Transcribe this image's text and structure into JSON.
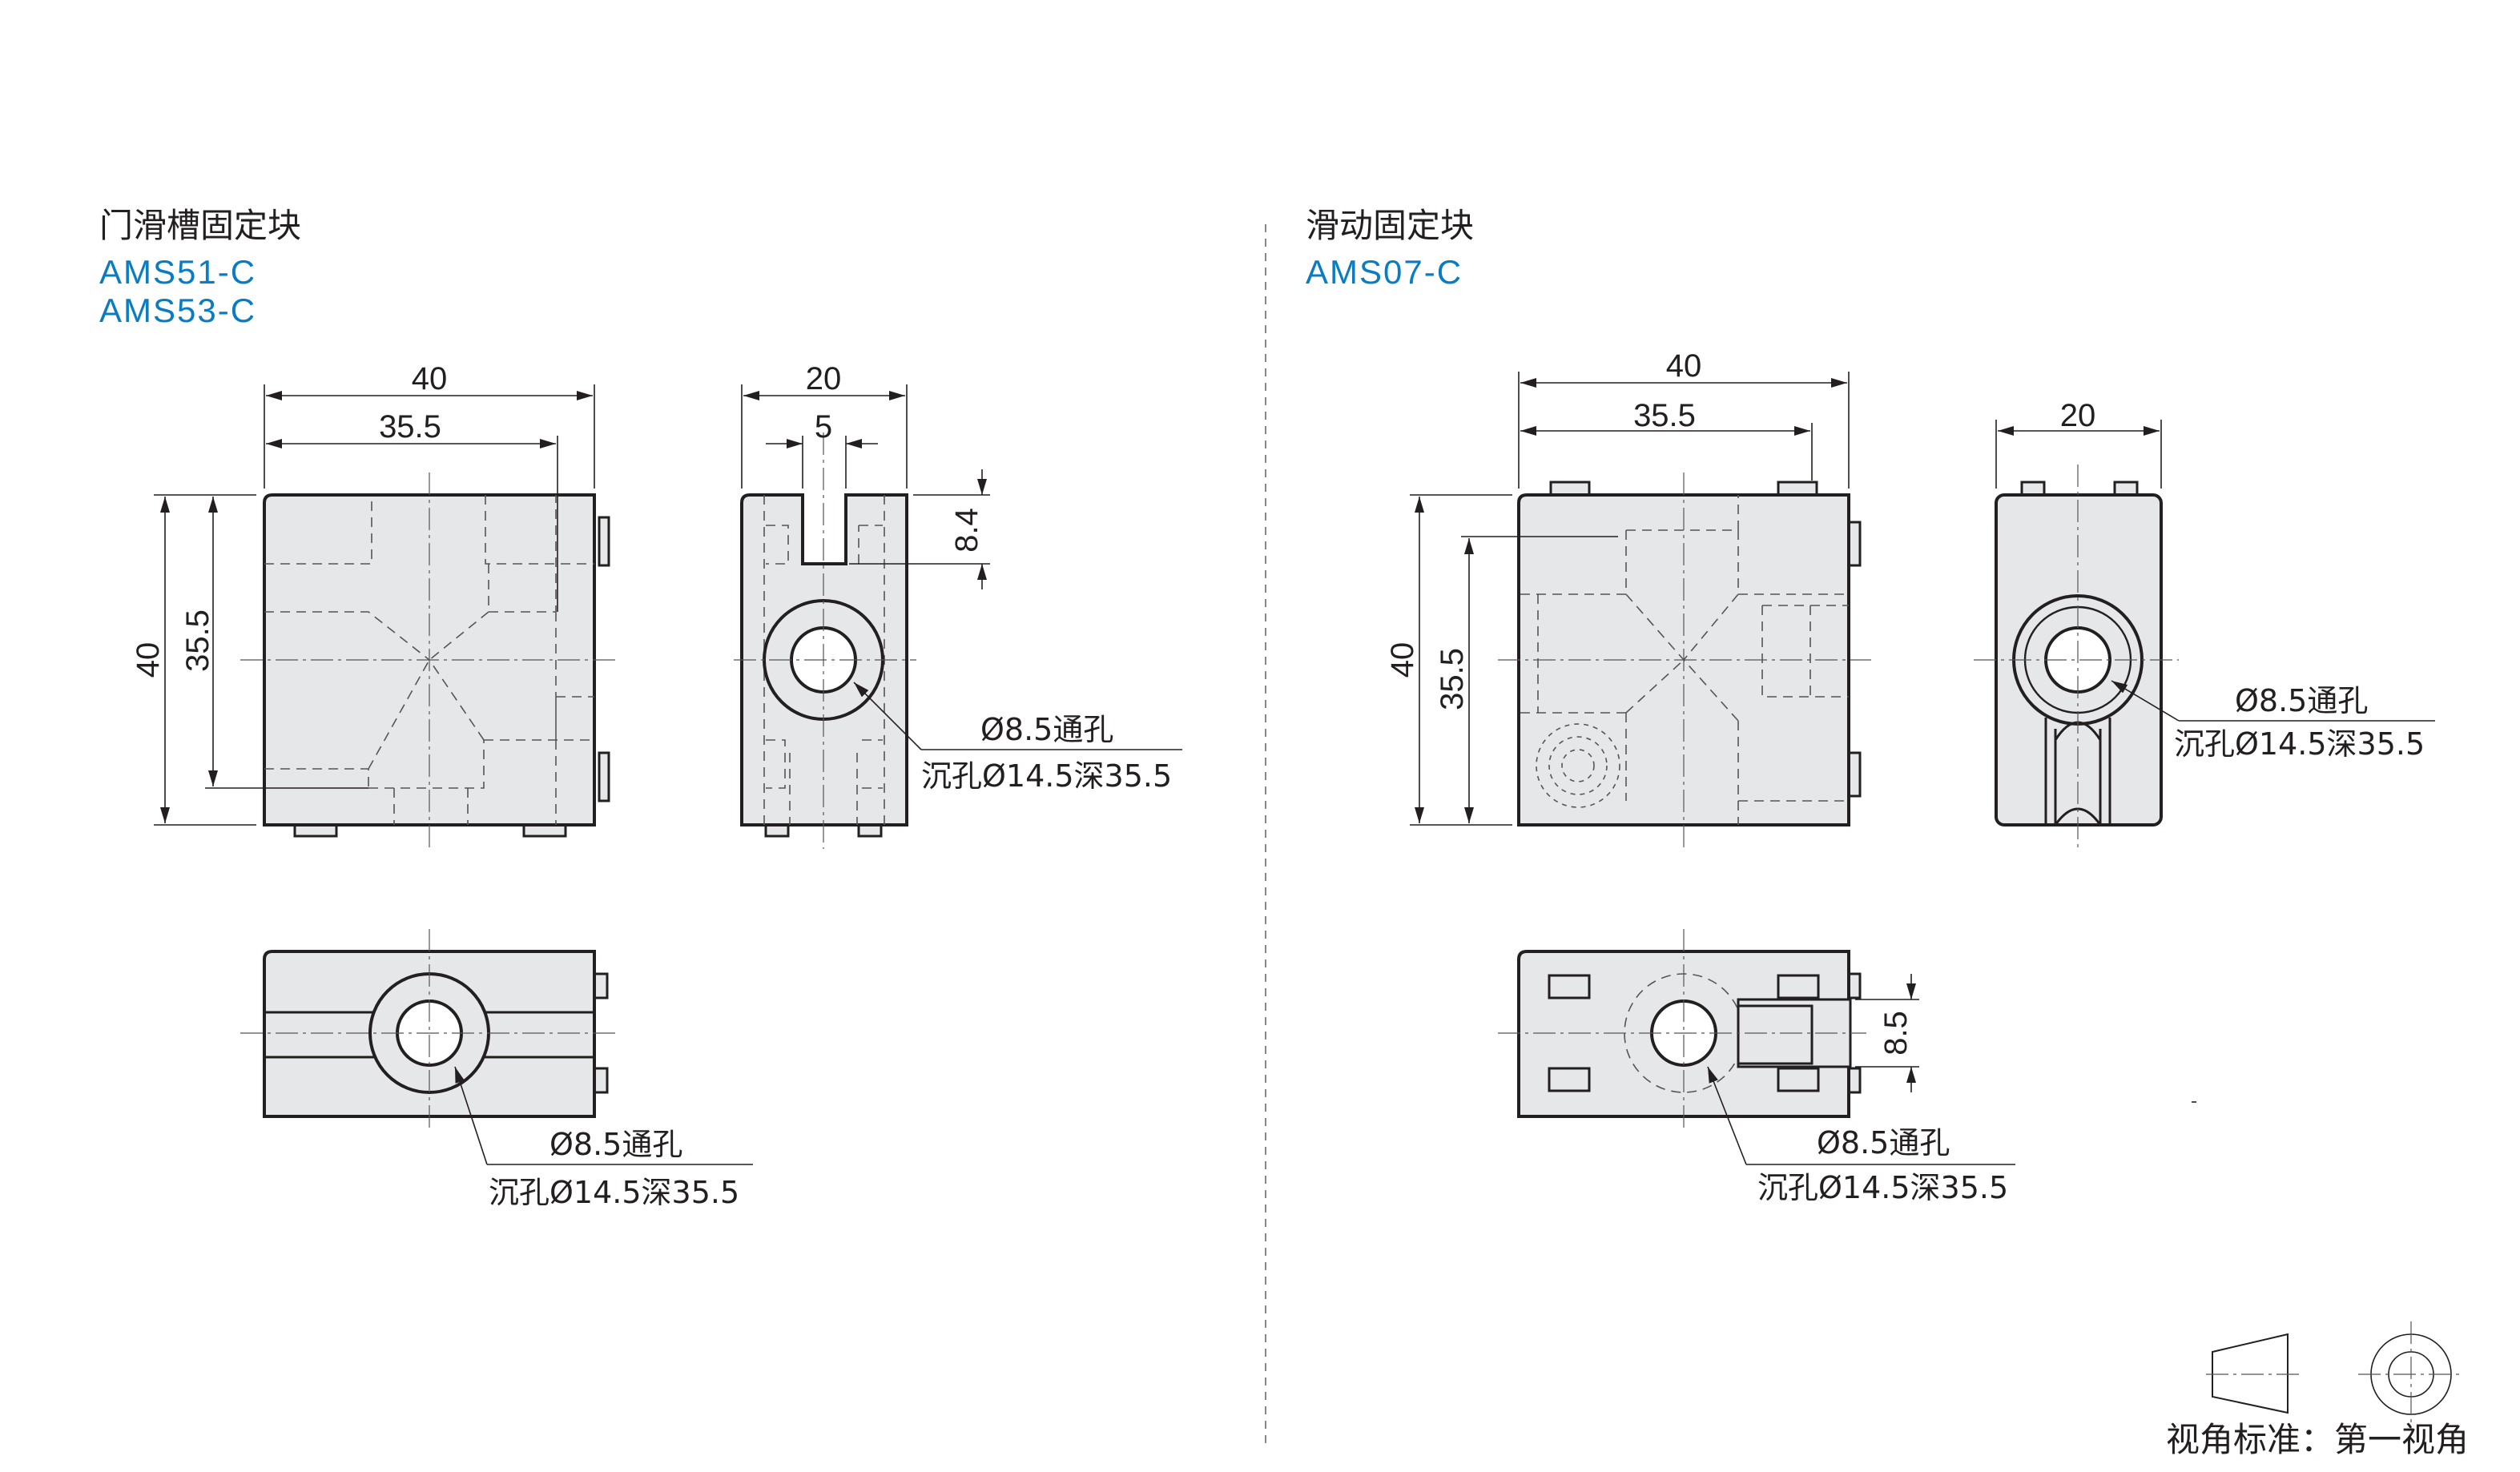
{
  "left": {
    "title": "门滑槽固定块",
    "codes": [
      "AMS51-C",
      "AMS53-C"
    ],
    "dims": {
      "width": "40",
      "inner_width": "35.5",
      "height": "40",
      "inner_height": "35.5",
      "side_width": "20",
      "slot": "5",
      "slot_depth": "8.4"
    },
    "note_hole": "Ø8.5通孔",
    "note_counterbore": "沉孔Ø14.5深35.5"
  },
  "right": {
    "title": "滑动固定块",
    "codes": [
      "AMS07-C"
    ],
    "dims": {
      "width": "40",
      "inner_width": "35.5",
      "height": "40",
      "inner_height": "35.5",
      "side_width": "20",
      "slot_width": "8.5"
    },
    "note_hole": "Ø8.5通孔",
    "note_counterbore": "沉孔Ø14.5深35.5"
  },
  "legend": {
    "label": "视角标准：第一视角"
  },
  "colors": {
    "accent": "#0a7cc1",
    "body": "#e6e7e9",
    "line": "#231f20"
  }
}
